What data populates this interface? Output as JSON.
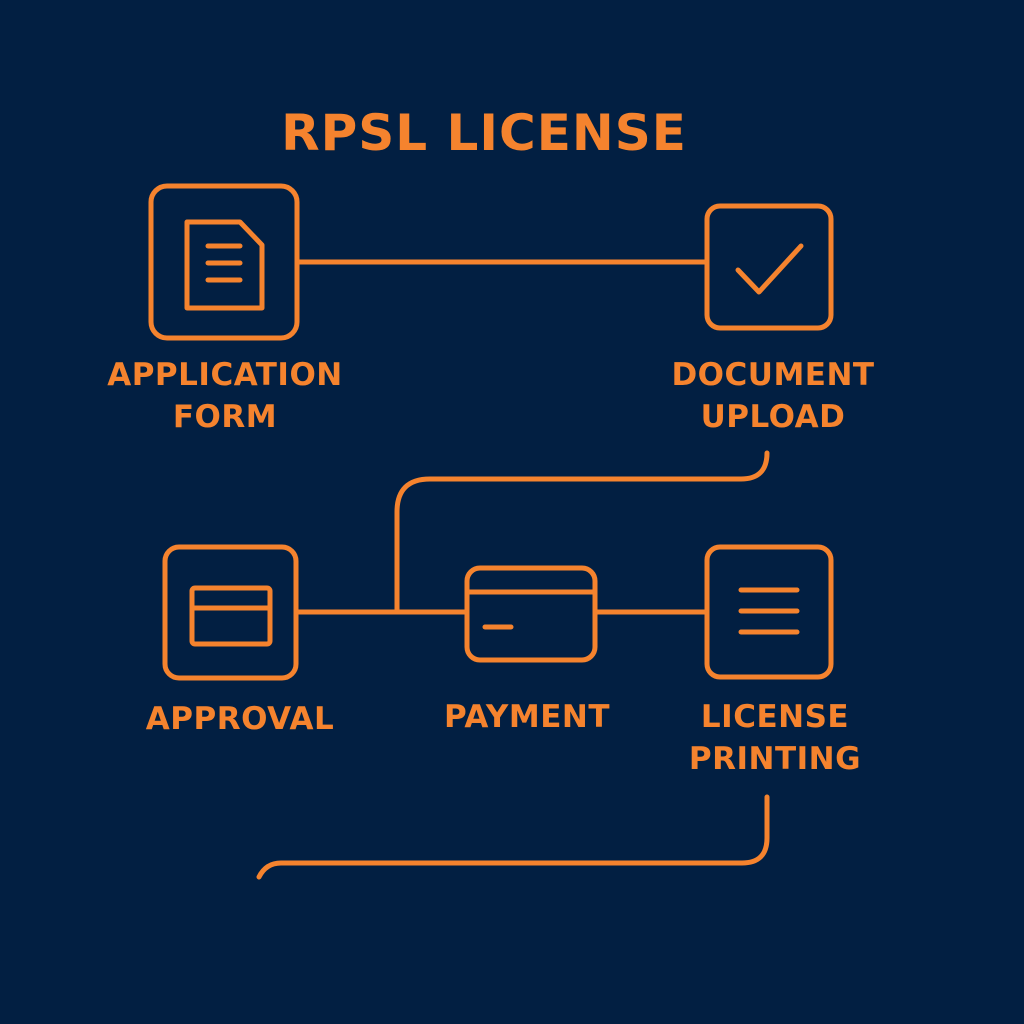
{
  "title": "RPSL LICENSE",
  "colors": {
    "background": "#021f42",
    "accent": "#f5832e"
  },
  "steps": [
    {
      "id": "application-form",
      "label_lines": [
        "APPLICATION",
        "FORM"
      ],
      "icon": "document-icon"
    },
    {
      "id": "document-upload",
      "label_lines": [
        "DOCUMENT",
        "UPLOAD"
      ],
      "icon": "checkmark-icon"
    },
    {
      "id": "approval",
      "label_lines": [
        "APPROVAL"
      ],
      "icon": "window-icon"
    },
    {
      "id": "payment",
      "label_lines": [
        "PAYMENT"
      ],
      "icon": "credit-card-icon"
    },
    {
      "id": "license-printing",
      "label_lines": [
        "LICENSE",
        "PRINTING"
      ],
      "icon": "list-icon"
    }
  ]
}
